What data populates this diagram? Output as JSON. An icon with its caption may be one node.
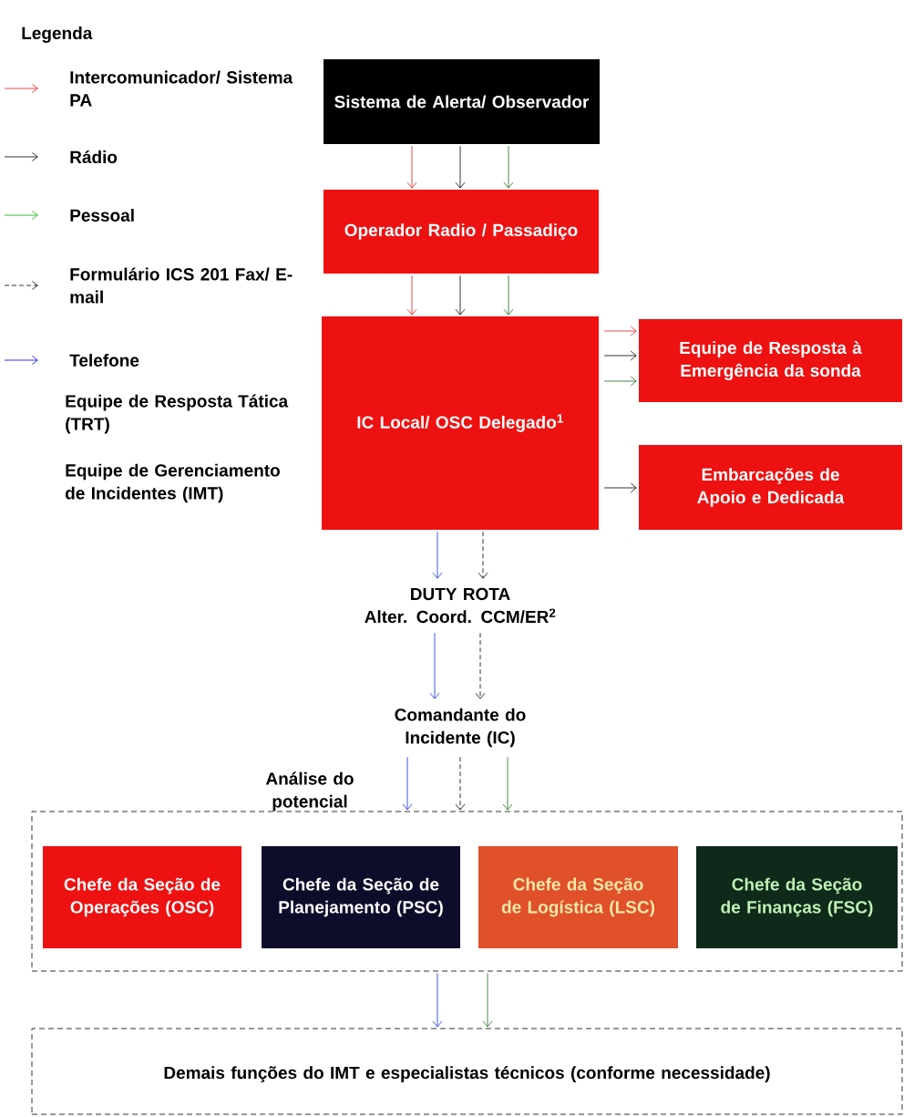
{
  "diagram": {
    "nodes": [
      {
        "text": [
          "Sistema de Alerta/ Observador"
        ]
      },
      {
        "text": [
          "Operador Radio / Passadiço"
        ]
      },
      {
        "text": [
          "IC Local/ OSC Delegado$^{1}$"
        ]
      },
      {
        "text": [
          "Equipe de Resposta à Emergência da sonda"
        ]
      },
      {
        "text": [
          "Embarcações de Apoio e Dedicada"
        ]
      },
      {
        "text": [
          "DUTY ROTA",
          "Alter. Coord. CCM/ER$^{2}$"
        ]
      },
      {
        "text": [
          "Comandante do Incidente (IC)"
        ]
      },
      {
        "text": [],
        "shape": "box"
      },
      {
        "text": [
          "Chefe da Seção de Operações (OSC)"
        ],
        "in": 7
      },
      {
        "text": [
          "Chefe da Seção de Planejamento (PSC)"
        ],
        "in": 7
      },
      {
        "text": [
          "Chefe da Seção de Logística (LSC)"
        ],
        "in": 7
      },
      {
        "text": [
          "Chefe da Seção de Finanças (FSC)"
        ],
        "in": 7
      },
      {
        "text": [
          "Demais funções do IMT e especialistas técnicos (conforme necessidade)"
        ]
      }
    ],
    "edges": [
      {
        "from": 0,
        "to": 1,
        "arrow": "to",
        "color": "#e8191c"
      },
      {
        "from": 0,
        "to": 1,
        "arrow": "to"
      },
      {
        "from": 0,
        "to": 1,
        "arrow": "to",
        "color": "#1a6b1a"
      },
      {
        "from": 1,
        "to": 2,
        "arrow": "to",
        "color": "#e8191c"
      },
      {
        "from": 1,
        "to": 2,
        "arrow": "to"
      },
      {
        "from": 1,
        "to": 2,
        "arrow": "to",
        "color": "#1a6b1a"
      },
      {
        "from": 2,
        "to": 3,
        "arrow": "to",
        "color": "#e8191c"
      },
      {
        "from": 2,
        "to": 3,
        "arrow": "to"
      },
      {
        "from": 2,
        "to": 3,
        "arrow": "to",
        "color": "#1a6b1a"
      },
      {
        "from": 2,
        "to": 4,
        "arrow": "to"
      },
      {
        "from": 2,
        "to": 5,
        "arrow": "to",
        "color": "#1030e0"
      },
      {
        "from": 2,
        "to": 5,
        "arrow": "to",
        "style": "dashed"
      },
      {
        "from": 5,
        "to": 6,
        "arrow": "to",
        "color": "#1030e0"
      },
      {
        "from": 5,
        "to": 6,
        "arrow": "to",
        "style": "dashed"
      },
      {
        "from": 6,
        "to": 7,
        "arrow": "to",
        "color": "#1030e0"
      },
      {
        "from": 6,
        "to": 7,
        "arrow": "to",
        "style": "dashed"
      },
      {
        "from": 6,
        "to": 7,
        "arrow": "to",
        "color": "#1a6b1a"
      },
      {
        "from": 7,
        "to": 12,
        "arrow": "to",
        "color": "#1030e0"
      },
      {
        "from": 7,
        "to": 12,
        "arrow": "to",
        "color": "#1a6b1a"
      }
    ],
    "labels": [
      "Legenda",
      "Análise do potencial"
    ],
    "legend": [
      {
        "text": "Intercomunicador/ Sistema PA"
      },
      {
        "text": "Rádio"
      },
      {
        "text": "Pessoal"
      },
      {
        "text": "Formulário ICS 201 Fax/ E-mail"
      },
      {
        "text": "Telefone"
      },
      {
        "text": "Equipe de Resposta Tática (TRT)"
      },
      {
        "text": "Equipe de Gerenciamento de Incidentes (IMT)"
      }
    ]
  }
}
